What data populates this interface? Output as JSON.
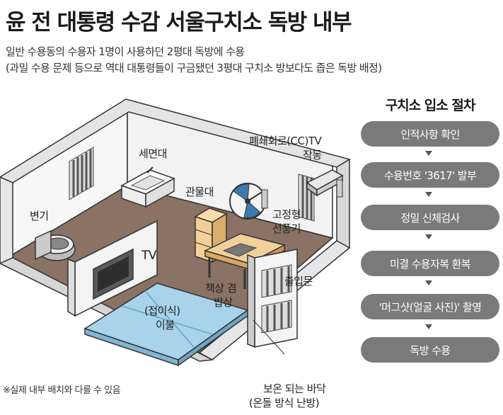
{
  "title": "윤 전 대통령 수감 서울구치소 독방 내부",
  "subtitle_line1": "일반 수용동의 수용자 1명이 사용하던 2평대 독방에 수용",
  "subtitle_line2": "(과밀 수용 문제 등으로 역대 대통령들이 구금됐던 3평대 구치소 방보다도 좁은 독방 배정)",
  "labels": {
    "sink": "세면대",
    "toilet": "변기",
    "cctv_line1": "폐쇄회로(CC)TV",
    "cctv_line2": "작동",
    "cabinet": "관물대",
    "fan_line1": "고정형",
    "fan_line2": "선풍기",
    "tv": "TV",
    "desk_line1": "책상 겸",
    "desk_line2": "밥상",
    "door": "출입문",
    "bedding_line1": "(접이식)",
    "bedding_line2": "이불",
    "floor_line1": "보온 되는 바닥",
    "floor_line2": "(온돌 방식 난방)"
  },
  "procedure": {
    "title": "구치소 입소 절차",
    "steps": [
      "인적사항 확인",
      "수용번호 '3617' 발부",
      "정밀 신체검사",
      "미결 수용자복 환복",
      "'머그샷(얼굴 사진)' 촬영",
      "독방 수용"
    ]
  },
  "note": "※실제 내부 배치와 다를 수 있음",
  "colors": {
    "floor": "#8a7264",
    "wall_top": "#ececec",
    "wall_face": "#f6f6f6",
    "bedding": "#a8d3ea",
    "desk": "#f2d09a",
    "cabinet": "#f3cf96",
    "step_bg": "#7a7a7a"
  }
}
